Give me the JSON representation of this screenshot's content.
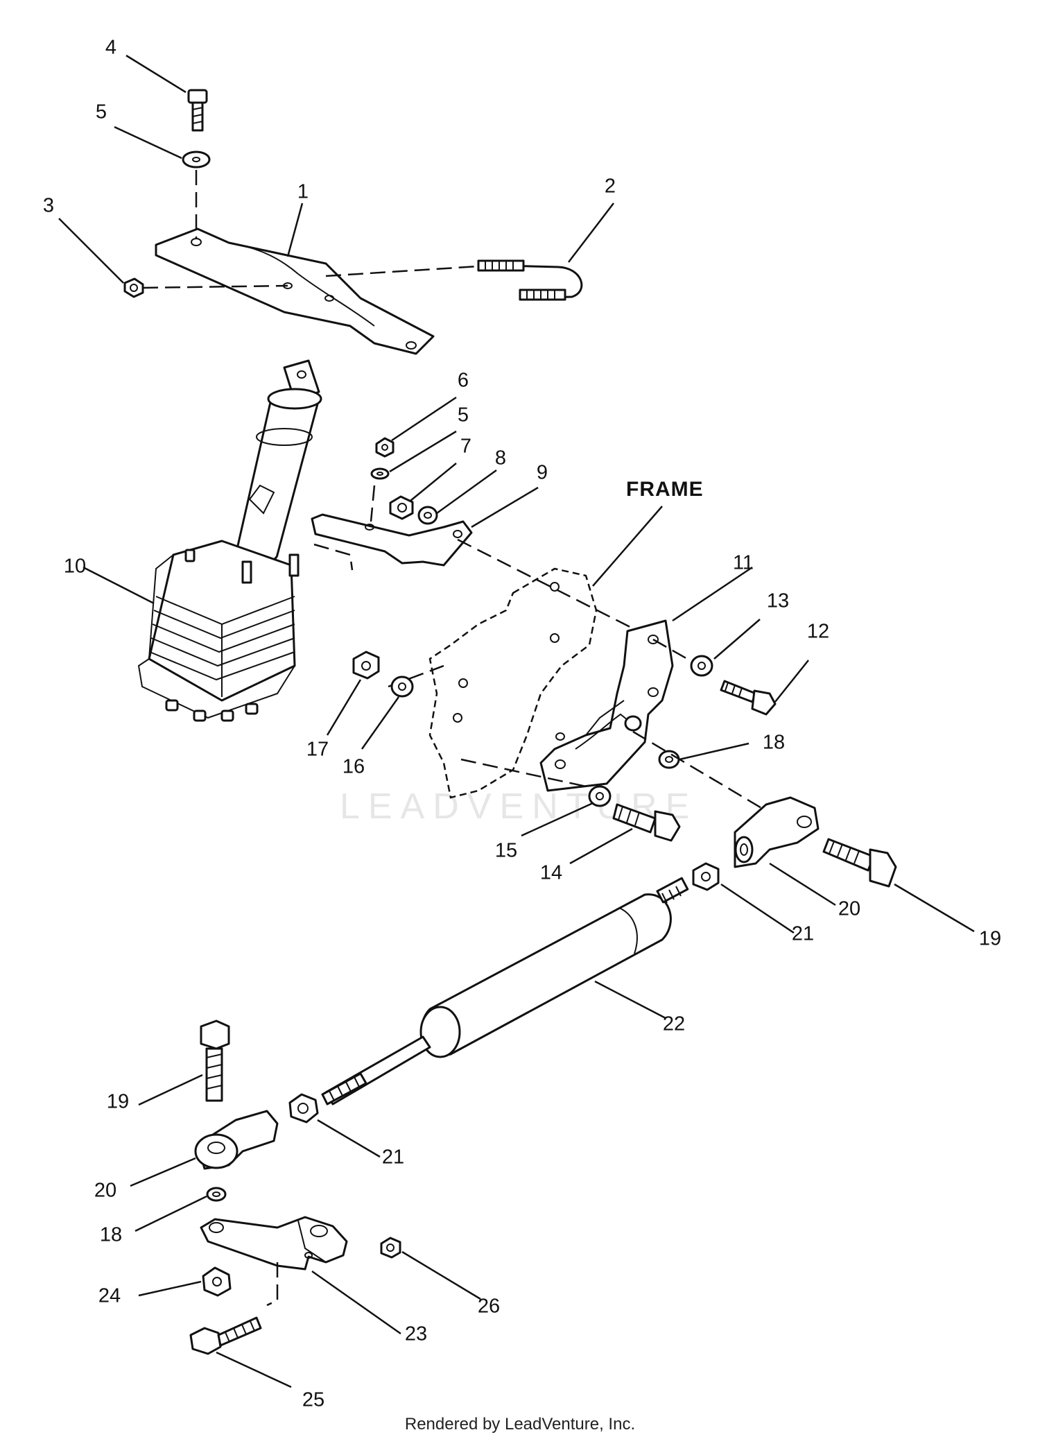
{
  "diagram": {
    "frame_label": "FRAME",
    "watermark": "LEADVENTURE",
    "footer": "Rendered by LeadVenture, Inc.",
    "callouts": [
      "4",
      "5",
      "1",
      "2",
      "3",
      "6",
      "5",
      "7",
      "8",
      "9",
      "10",
      "11",
      "13",
      "12",
      "17",
      "16",
      "18",
      "15",
      "14",
      "20",
      "19",
      "21",
      "22",
      "19",
      "21",
      "20",
      "18",
      "26",
      "24",
      "23",
      "25"
    ]
  }
}
